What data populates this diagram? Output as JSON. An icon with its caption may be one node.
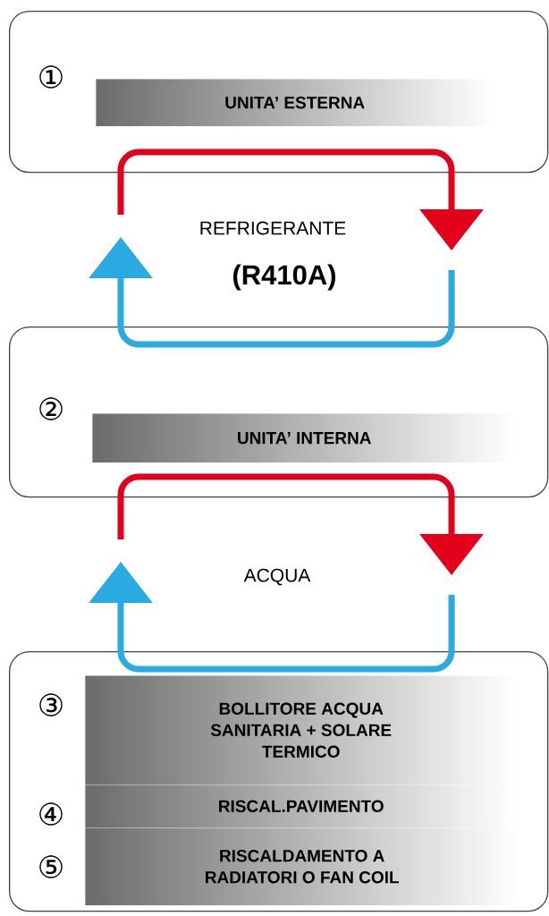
{
  "diagram": {
    "nodes": [
      {
        "text": [
          "①"
        ]
      },
      {
        "text": [
          "UNITA’ ESTERNA"
        ],
        "in": 0
      },
      {
        "text": [
          "②"
        ]
      },
      {
        "text": [
          "UNITA’ INTERNA"
        ],
        "in": 2
      },
      {
        "text": [
          "③",
          "④",
          "⑤"
        ]
      },
      {
        "text": [
          "BOLLITORE ACQUA SANITARIA + SOLARE TERMICO"
        ],
        "in": 4
      },
      {
        "text": [
          "RISCAL.PAVIMENTO"
        ],
        "in": 4
      },
      {
        "text": [
          "RISCALDAMENTO A RADIATORI O FAN COIL"
        ],
        "in": 4
      }
    ],
    "labels": [
      "REFRIGERANTE",
      "(R410A)",
      "ACQUA"
    ]
  }
}
